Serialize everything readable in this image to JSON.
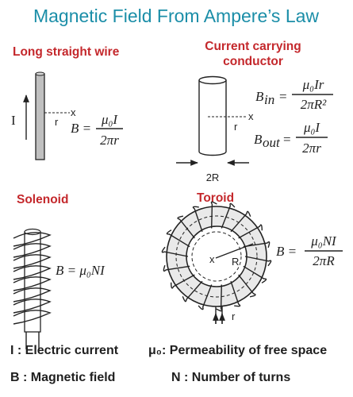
{
  "title": "Magnetic Field From Ampere’s Law",
  "sections": {
    "wire": {
      "heading": "Long straight wire",
      "current_label": "I",
      "r_label": "r",
      "x_label": "x",
      "formula_lhs": "B =",
      "formula_num": "μ₀I",
      "formula_den": "2πr"
    },
    "conductor": {
      "heading_line1": "Current carrying",
      "heading_line2": "conductor",
      "r_label": "r",
      "x_label": "x",
      "diameter_label": "2R",
      "bin_lhs": "B",
      "bin_sub": "in",
      "bin_num": "μ₀Ir",
      "bin_den": "2πR²",
      "bout_lhs": "B",
      "bout_sub": "out",
      "bout_num": "μ₀I",
      "bout_den": "2πr"
    },
    "solenoid": {
      "heading": "Solenoid",
      "formula": "B = μ₀NI"
    },
    "toroid": {
      "heading": "Toroid",
      "R_label": "R",
      "r_label": "r",
      "x_label": "x",
      "formula_lhs": "B =",
      "formula_num": "μ₀NI",
      "formula_den": "2πR"
    }
  },
  "legend": [
    {
      "key": "I",
      "text": "I : Electric current"
    },
    {
      "key": "mu0",
      "text": "μ₀: Permeability of free space"
    },
    {
      "key": "B",
      "text": "B : Magnetic field"
    },
    {
      "key": "N",
      "text": "N : Number of turns"
    }
  ],
  "colors": {
    "title": "#1b8ea8",
    "heading": "#c4282c",
    "wire_fill": "#c0c0c0",
    "toroid_ring": "#e9e9e9"
  }
}
